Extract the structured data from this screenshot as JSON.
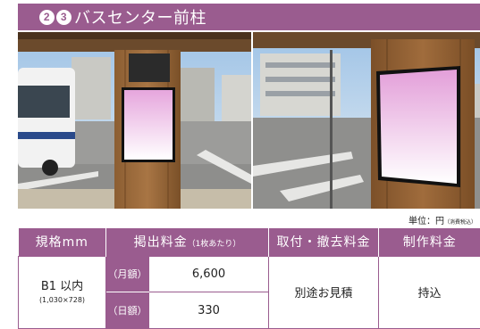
{
  "header": {
    "num1": "2",
    "num2": "3",
    "title": "バスセンター前柱"
  },
  "unit": {
    "label": "単位：円",
    "tax": "（消費税込）"
  },
  "table": {
    "headers": {
      "spec": "規格mm",
      "fee": "掲出料金",
      "fee_sub": "（1枚あたり）",
      "install": "取付・撤去料金",
      "production": "制作料金"
    },
    "row": {
      "size": "B1 以内",
      "dimensions": "(1,030×728)",
      "monthly_label": "（月額）",
      "monthly_value": "6,600",
      "daily_label": "（日額）",
      "daily_value": "330",
      "install_value": "別途お見積",
      "production_value": "持込"
    }
  },
  "colors": {
    "accent": "#9a5c8f"
  }
}
